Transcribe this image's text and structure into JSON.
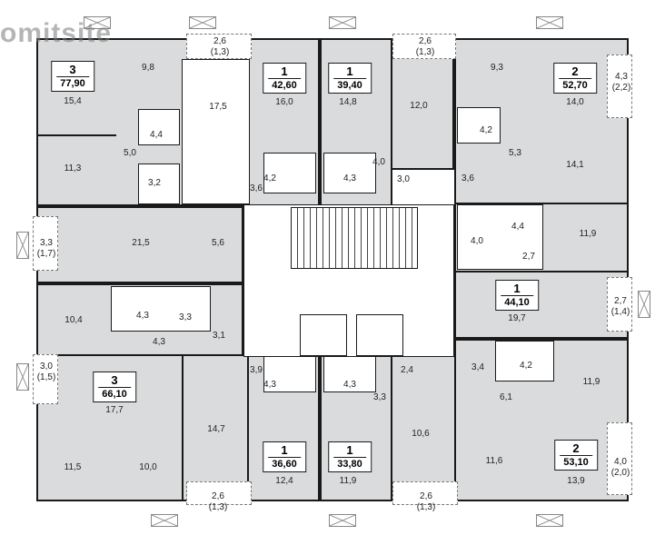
{
  "watermark": "omitsite",
  "apartments": [
    {
      "rooms": "3",
      "area": "77,90"
    },
    {
      "rooms": "1",
      "area": "42,60"
    },
    {
      "rooms": "1",
      "area": "39,40"
    },
    {
      "rooms": "2",
      "area": "52,70"
    },
    {
      "rooms": "1",
      "area": "44,10"
    },
    {
      "rooms": "3",
      "area": "66,10"
    },
    {
      "rooms": "1",
      "area": "36,60"
    },
    {
      "rooms": "1",
      "area": "33,80"
    },
    {
      "rooms": "2",
      "area": "53,10"
    }
  ],
  "rooms": [
    "15,4",
    "9,8",
    "4,4",
    "5,0",
    "11,3",
    "3,2",
    "17,5",
    "16,0",
    "3,6",
    "4,2",
    "14,8",
    "4,3",
    "12,0",
    "4,0",
    "3,0",
    "9,3",
    "4,2",
    "5,3",
    "3,6",
    "14,0",
    "14,1",
    "21,5",
    "5,6",
    "4,0",
    "4,4",
    "2,7",
    "11,9",
    "19,7",
    "10,4",
    "4,3",
    "3,3",
    "4,3",
    "3,1",
    "3,9",
    "4,3",
    "4,3",
    "2,4",
    "3,3",
    "3,4",
    "4,2",
    "6,1",
    "11,9",
    "17,7",
    "14,7",
    "10,6",
    "12,4",
    "11,9",
    "11,5",
    "10,0",
    "11,6",
    "13,9"
  ],
  "balconies": [
    {
      "area": "2,6",
      "sub": "(1,3)"
    },
    {
      "area": "2,6",
      "sub": "(1,3)"
    },
    {
      "area": "4,3",
      "sub": "(2,2)"
    },
    {
      "area": "3,3",
      "sub": "(1,7)"
    },
    {
      "area": "2,7",
      "sub": "(1,4)"
    },
    {
      "area": "3,0",
      "sub": "(1,5)"
    },
    {
      "area": "2,6",
      "sub": "(1,3)"
    },
    {
      "area": "2,6",
      "sub": "(1,3)"
    },
    {
      "area": "4,0",
      "sub": "(2,0)"
    }
  ]
}
